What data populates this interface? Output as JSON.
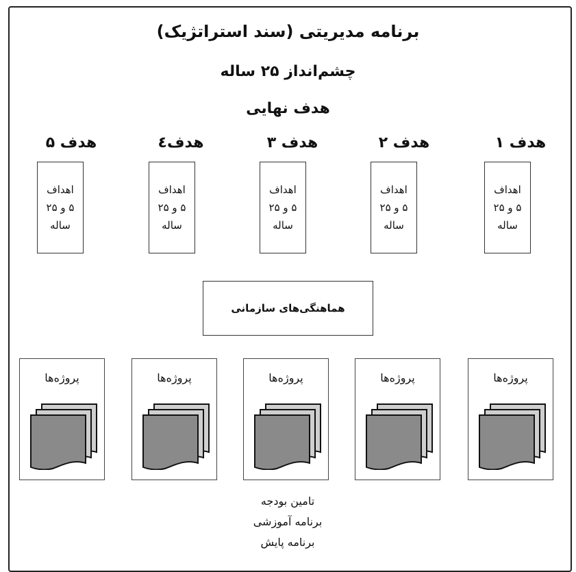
{
  "header": {
    "title": "برنامه مدیریتی (سند استراتژیک)",
    "vision": "چشم‌انداز ۲۵ ساله",
    "final_goal": "هدف نهایی"
  },
  "goals": [
    {
      "label": "هدف ۵",
      "line1": "اهداف",
      "line2": "۵ و ۲۵",
      "line3": "ساله"
    },
    {
      "label": "هدف٤",
      "line1": "اهداف",
      "line2": "۵ و ۲۵",
      "line3": "ساله"
    },
    {
      "label": "هدف ۳",
      "line1": "اهداف",
      "line2": "۵ و ۲۵",
      "line3": "ساله"
    },
    {
      "label": "هدف ۲",
      "line1": "اهداف",
      "line2": "۵ و ۲۵",
      "line3": "ساله"
    },
    {
      "label": "هدف ۱",
      "line1": "اهداف",
      "line2": "۵ و ۲۵",
      "line3": "ساله"
    }
  ],
  "coordination": "هماهنگی‌های سازمانی",
  "projects": [
    {
      "label": "پروژه‌ها"
    },
    {
      "label": "پروژه‌ها"
    },
    {
      "label": "پروژه‌ها"
    },
    {
      "label": "پروژه‌ها"
    },
    {
      "label": "پروژه‌ها"
    }
  ],
  "bottom": {
    "line1": "تامین بودجه",
    "line2": "برنامه آموزشی",
    "line3": "برنامه پایش"
  },
  "colors": {
    "document_fill": "#8a8a8a",
    "document_back": "#cfcfcf",
    "border": "#222222"
  },
  "icons": {
    "project_icon": "stacked-documents-icon"
  }
}
